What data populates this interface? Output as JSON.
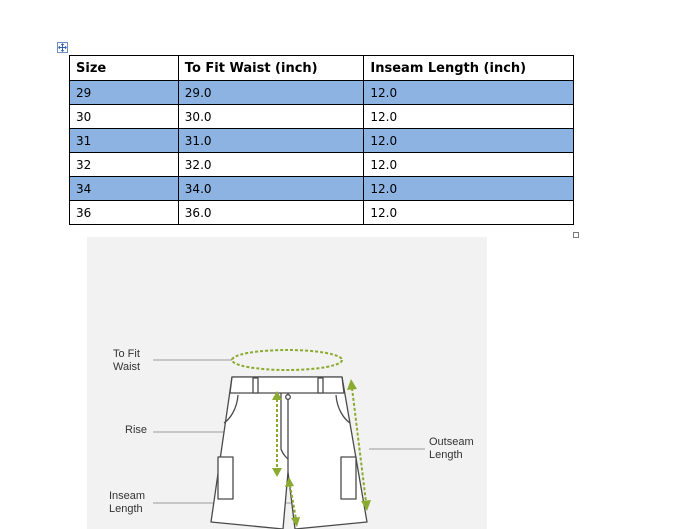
{
  "table": {
    "headers": [
      "Size",
      "To Fit Waist (inch)",
      "Inseam Length (inch)"
    ],
    "rows": [
      [
        "29",
        "29.0",
        "12.0"
      ],
      [
        "30",
        "30.0",
        "12.0"
      ],
      [
        "31",
        "31.0",
        "12.0"
      ],
      [
        "32",
        "32.0",
        "12.0"
      ],
      [
        "34",
        "34.0",
        "12.0"
      ],
      [
        "36",
        "36.0",
        "12.0"
      ]
    ],
    "row_shading_color": "#8db3e2"
  },
  "figure": {
    "labels": {
      "waist": "To Fit\nWaist",
      "rise": "Rise",
      "outseam": "Outseam\nLength",
      "inseam": "Inseam\nLength"
    },
    "arrow_color": "#8aab2f"
  }
}
